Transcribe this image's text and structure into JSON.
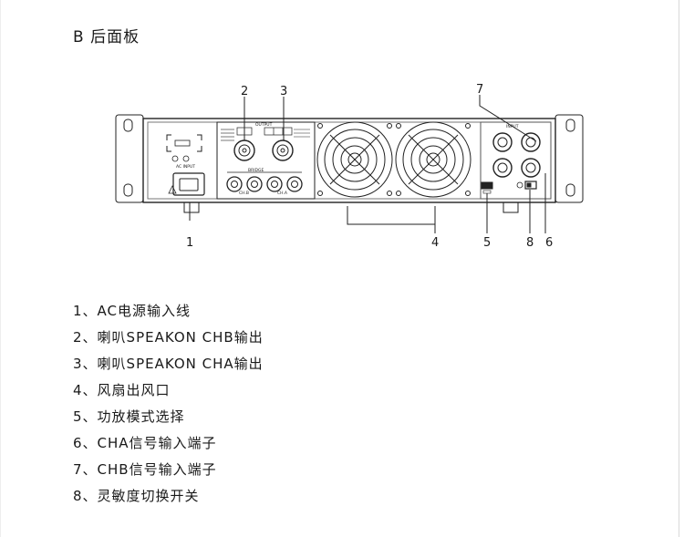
{
  "title": "B 后面板",
  "callouts": [
    "1",
    "2",
    "3",
    "4",
    "5",
    "6",
    "7",
    "8"
  ],
  "panel_labels": {
    "output": "OUTPUT",
    "bridge": "BRIDGE",
    "input": "INPUT",
    "ac_input": "AC INPUT",
    "ch_b": "CH.B",
    "ch_a": "CH.A"
  },
  "legend": [
    "1、AC电源输入线",
    "2、喇叭SPEAKON CHB输出",
    "3、喇叭SPEAKON CHA输出",
    "4、风扇出风口",
    "5、功放模式选择",
    "6、CHA信号输入端子",
    "7、CHB信号输入端子",
    "8、灵敏度切换开关"
  ]
}
